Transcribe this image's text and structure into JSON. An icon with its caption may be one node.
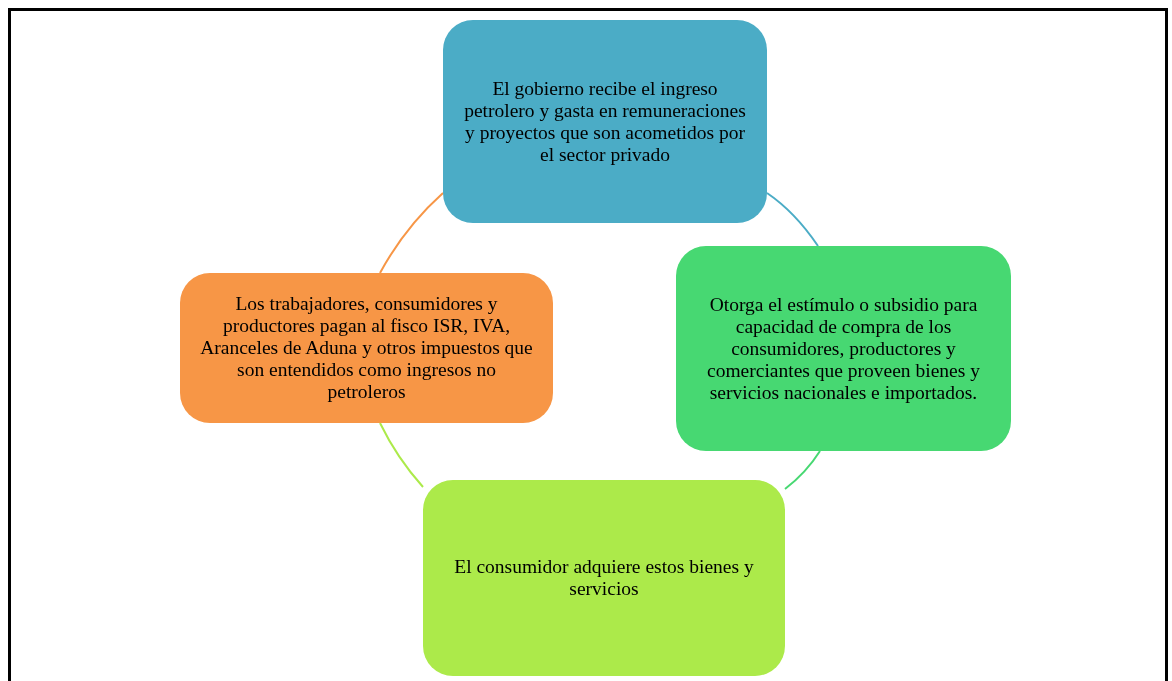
{
  "diagram": {
    "nodes": [
      {
        "text": [
          "El gobierno recibe el ingreso petrolero y gasta en remuneraciones y proyectos que son acometidos por el sector privado"
        ]
      },
      {
        "text": [
          "Otorga el estímulo o subsidio para capacidad de compra de los consumidores, productores y comerciantes que proveen bienes y servicios nacionales e importados."
        ]
      },
      {
        "text": [
          "El consumidor adquiere estos bienes y servicios"
        ]
      },
      {
        "text": [
          "Los trabajadores, consumidores y productores pagan al fisco ISR, IVA, Aranceles de Aduna y otros impuestos que son entendidos como ingresos no petroleros"
        ]
      }
    ],
    "edges": [
      {
        "from": 0,
        "to": 1,
        "arrow": "none",
        "color": "#4bacc6"
      },
      {
        "from": 1,
        "to": 2,
        "arrow": "none",
        "color": "#47d872"
      },
      {
        "from": 2,
        "to": 3,
        "arrow": "none",
        "color": "#acea4a"
      },
      {
        "from": 3,
        "to": 0,
        "arrow": "none",
        "color": "#f79646"
      }
    ]
  }
}
